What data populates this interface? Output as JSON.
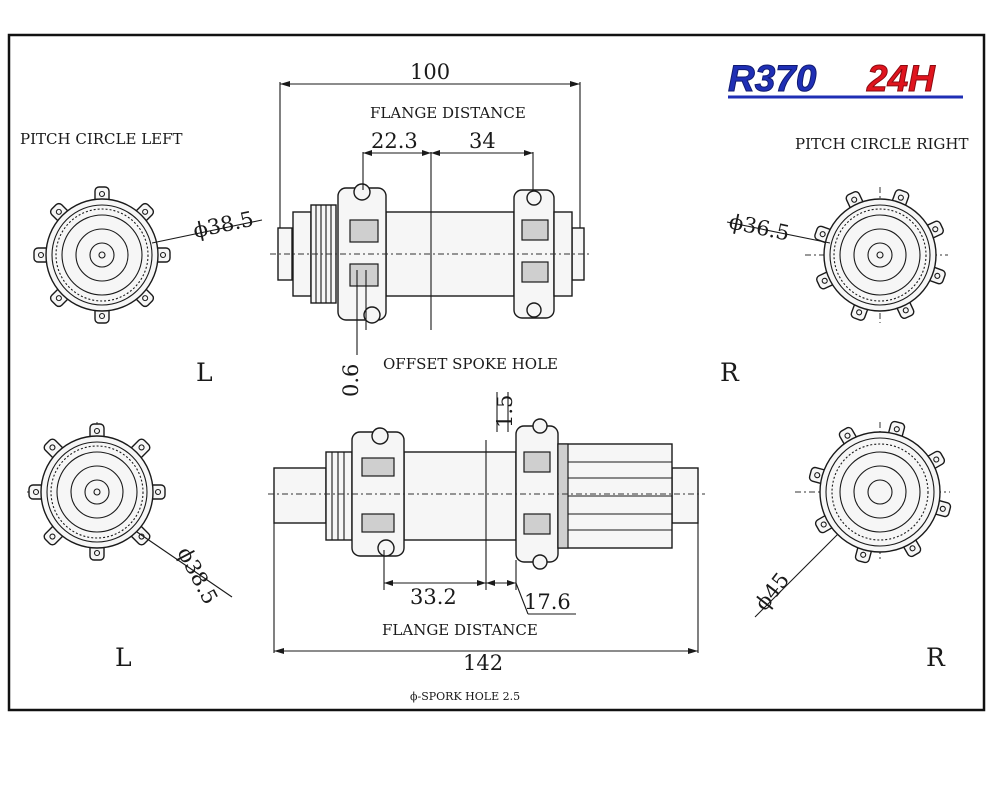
{
  "title": {
    "model": "R370",
    "holes": "24H",
    "model_color": "#1f2fb5",
    "holes_color": "#e0141e"
  },
  "labels": {
    "pitch_left": "PITCH CIRCLE LEFT",
    "pitch_right": "PITCH CIRCLE RIGHT",
    "flange_distance_top": "FLANGE DISTANCE",
    "flange_distance_bottom": "FLANGE DISTANCE",
    "offset_spoke_hole": "OFFSET SPOKE HOLE",
    "spoke_hole": "ϕ-SPORK HOLE 2.5"
  },
  "front": {
    "overall": "100",
    "left": "22.3",
    "right": "34",
    "offset": "0.6",
    "pcd_left": "ϕ38.5",
    "pcd_right": "ϕ36.5",
    "side_left": "L",
    "side_right": "R"
  },
  "rear": {
    "overall": "142",
    "left": "33.2",
    "right": "17.6",
    "offset": "1.5",
    "pcd_left": "ϕ38.5",
    "pcd_right": "ϕ45",
    "side_left": "L",
    "side_right": "R"
  }
}
